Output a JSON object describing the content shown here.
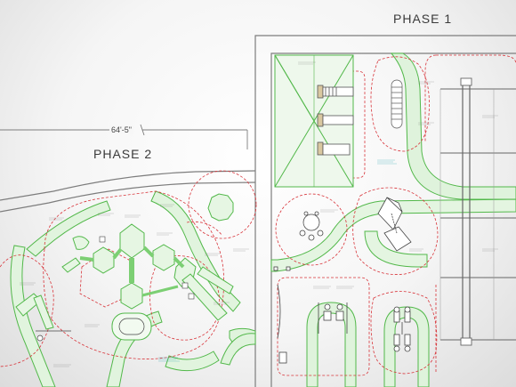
{
  "labels": {
    "phase_1": "PHASE 1",
    "phase_2": "PHASE 2",
    "dimension": "64'-5\""
  },
  "colors": {
    "boundary": "#7d7d7d",
    "safety_zone": "#d8343a",
    "equipment": "#52b84a",
    "path_fill": "#cdeec8",
    "note_text": "#2aa6b0"
  }
}
